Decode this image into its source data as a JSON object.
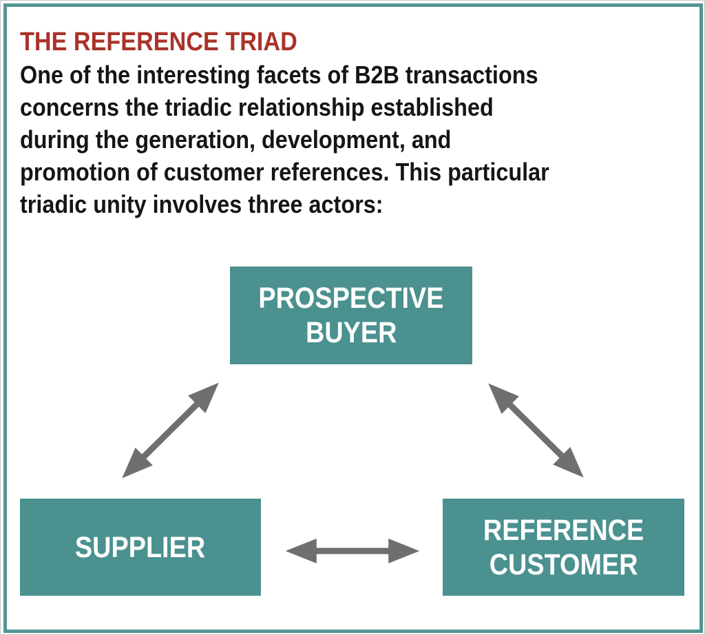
{
  "panel": {
    "title": "THE REFERENCE TRIAD",
    "intro_lines": [
      "One of the interesting facets of B2B transactions",
      "concerns the triadic relationship established",
      "during the generation, development, and",
      "promotion of customer references. This particular",
      "triadic unity involves three actors:"
    ],
    "intro_text": "One of the interesting facets of B2B transactions concerns the triadic relationship established during the generation, development, and promotion of customer references. This particular triadic unity involves three actors:"
  },
  "diagram": {
    "nodes": [
      {
        "id": "prospective-buyer",
        "label": "PROSPECTIVE BUYER",
        "lines": [
          "PROSPECTIVE",
          "BUYER"
        ]
      },
      {
        "id": "supplier",
        "label": "SUPPLIER",
        "lines": [
          "SUPPLIER"
        ]
      },
      {
        "id": "reference-customer",
        "label": "REFERENCE CUSTOMER",
        "lines": [
          "REFERENCE",
          "CUSTOMER"
        ]
      }
    ],
    "connections": [
      {
        "from": "SUPPLIER",
        "to": "PROSPECTIVE BUYER",
        "bidirectional": true
      },
      {
        "from": "PROSPECTIVE BUYER",
        "to": "REFERENCE CUSTOMER",
        "bidirectional": true
      },
      {
        "from": "SUPPLIER",
        "to": "REFERENCE CUSTOMER",
        "bidirectional": true
      }
    ]
  },
  "colors": {
    "title_red": "#A93329",
    "node_teal": "#4A918F",
    "frame_teal": "#549593",
    "arrow_gray": "#6F6F6F",
    "node_text": "#FFFFFF",
    "body_text": "#151515"
  }
}
